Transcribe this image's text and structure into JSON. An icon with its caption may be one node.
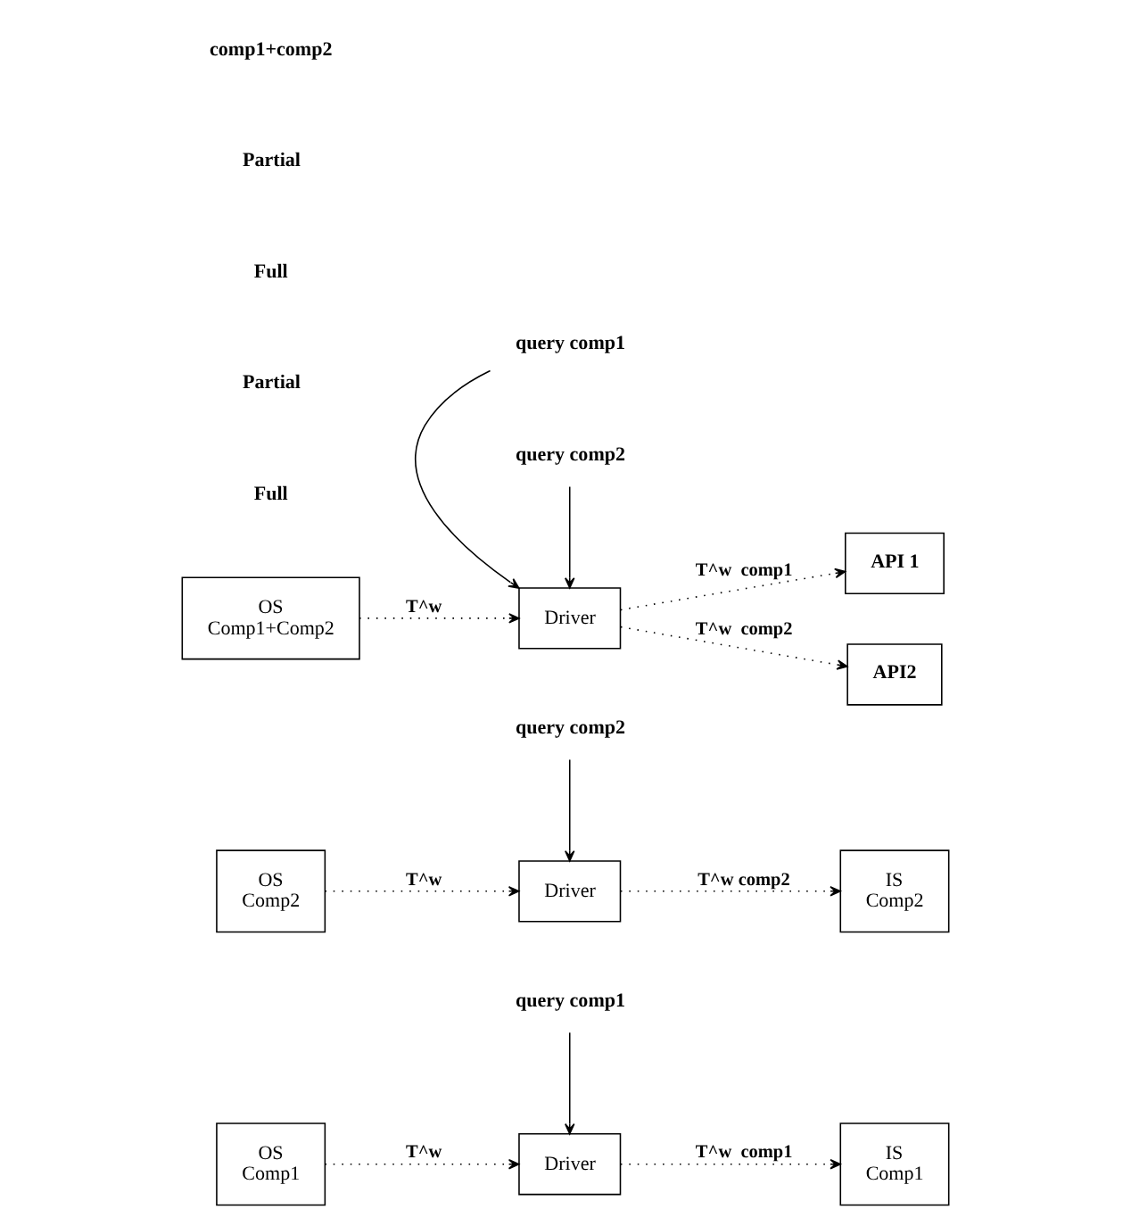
{
  "diagram": {
    "nodes": [
      {
        "text": [
          "query comp1"
        ]
      },
      {
        "text": [
          "OS",
          "Comp1"
        ]
      },
      {
        "text": [
          "Driver"
        ]
      },
      {
        "text": [
          "IS",
          "Comp1"
        ]
      },
      {
        "text": [
          "query comp2"
        ]
      },
      {
        "text": [
          "OS",
          "Comp2"
        ]
      },
      {
        "text": [
          "Driver"
        ]
      },
      {
        "text": [
          "IS",
          "Comp2"
        ]
      },
      {
        "text": [
          "query comp1"
        ]
      },
      {
        "text": [
          "query comp2"
        ]
      },
      {
        "text": [
          "OS",
          "Comp1+Comp2"
        ]
      },
      {
        "text": [
          "Driver"
        ]
      },
      {
        "text": [
          "API 1"
        ]
      },
      {
        "text": [
          "API2"
        ]
      }
    ],
    "edges": [
      {
        "from": 0,
        "to": 2,
        "arrow": "to"
      },
      {
        "from": 1,
        "to": 2,
        "arrow": "to",
        "label": "T^w",
        "style": "dashed"
      },
      {
        "from": 2,
        "to": 3,
        "arrow": "to",
        "label": "T^w  comp1",
        "style": "dashed"
      },
      {
        "from": 4,
        "to": 6,
        "arrow": "to"
      },
      {
        "from": 5,
        "to": 6,
        "arrow": "to",
        "label": "T^w",
        "style": "dashed"
      },
      {
        "from": 6,
        "to": 7,
        "arrow": "to",
        "label": "T^w comp2",
        "style": "dashed"
      },
      {
        "from": 8,
        "to": 11,
        "arrow": "to"
      },
      {
        "from": 9,
        "to": 11,
        "arrow": "to"
      },
      {
        "from": 10,
        "to": 11,
        "arrow": "to",
        "label": "T^w",
        "style": "dashed"
      },
      {
        "from": 11,
        "to": 12,
        "arrow": "to",
        "label": "T^w  comp1",
        "style": "dashed"
      },
      {
        "from": 11,
        "to": 13,
        "arrow": "to",
        "label": "T^w  comp2",
        "style": "dashed"
      }
    ],
    "labels": [
      "Full",
      "Partial",
      "Full",
      "Partial",
      "comp1+comp2"
    ]
  }
}
